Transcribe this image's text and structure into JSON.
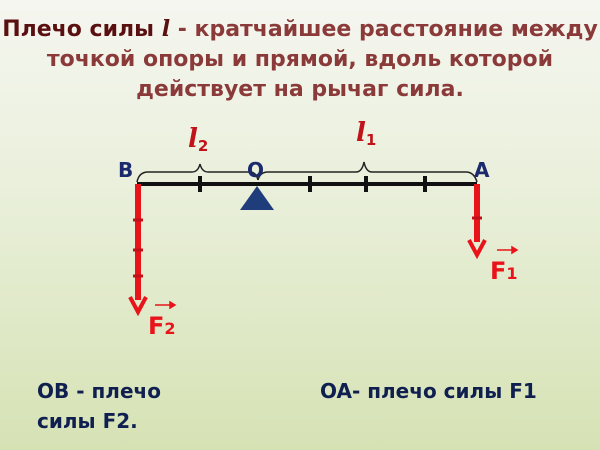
{
  "title": {
    "lead": "Плечо силы",
    "symbol": "l",
    "rest": " - кратчайшее расстояние между точкой опоры и прямой, вдоль которой действует на рычаг сила."
  },
  "diagram": {
    "points": {
      "B": "B",
      "O": "O",
      "A": "A"
    },
    "arms": {
      "l2": {
        "letter": "l",
        "sub": "2"
      },
      "l1": {
        "letter": "l",
        "sub": "1"
      }
    },
    "forces": {
      "F2": {
        "letter": "F",
        "sub": "2"
      },
      "F1": {
        "letter": "F",
        "sub": "1"
      }
    },
    "colors": {
      "beam": "#111111",
      "force": "#e8141a",
      "fulcrum": "#1f3d7a",
      "point_label": "#1a2a6c",
      "arm_label": "#c0141a"
    }
  },
  "captions": {
    "left": "OB - плечо силы F2.",
    "left_line1": "OB - плечо",
    "left_line2": "силы F2.",
    "right": "OA- плечо силы F1"
  }
}
